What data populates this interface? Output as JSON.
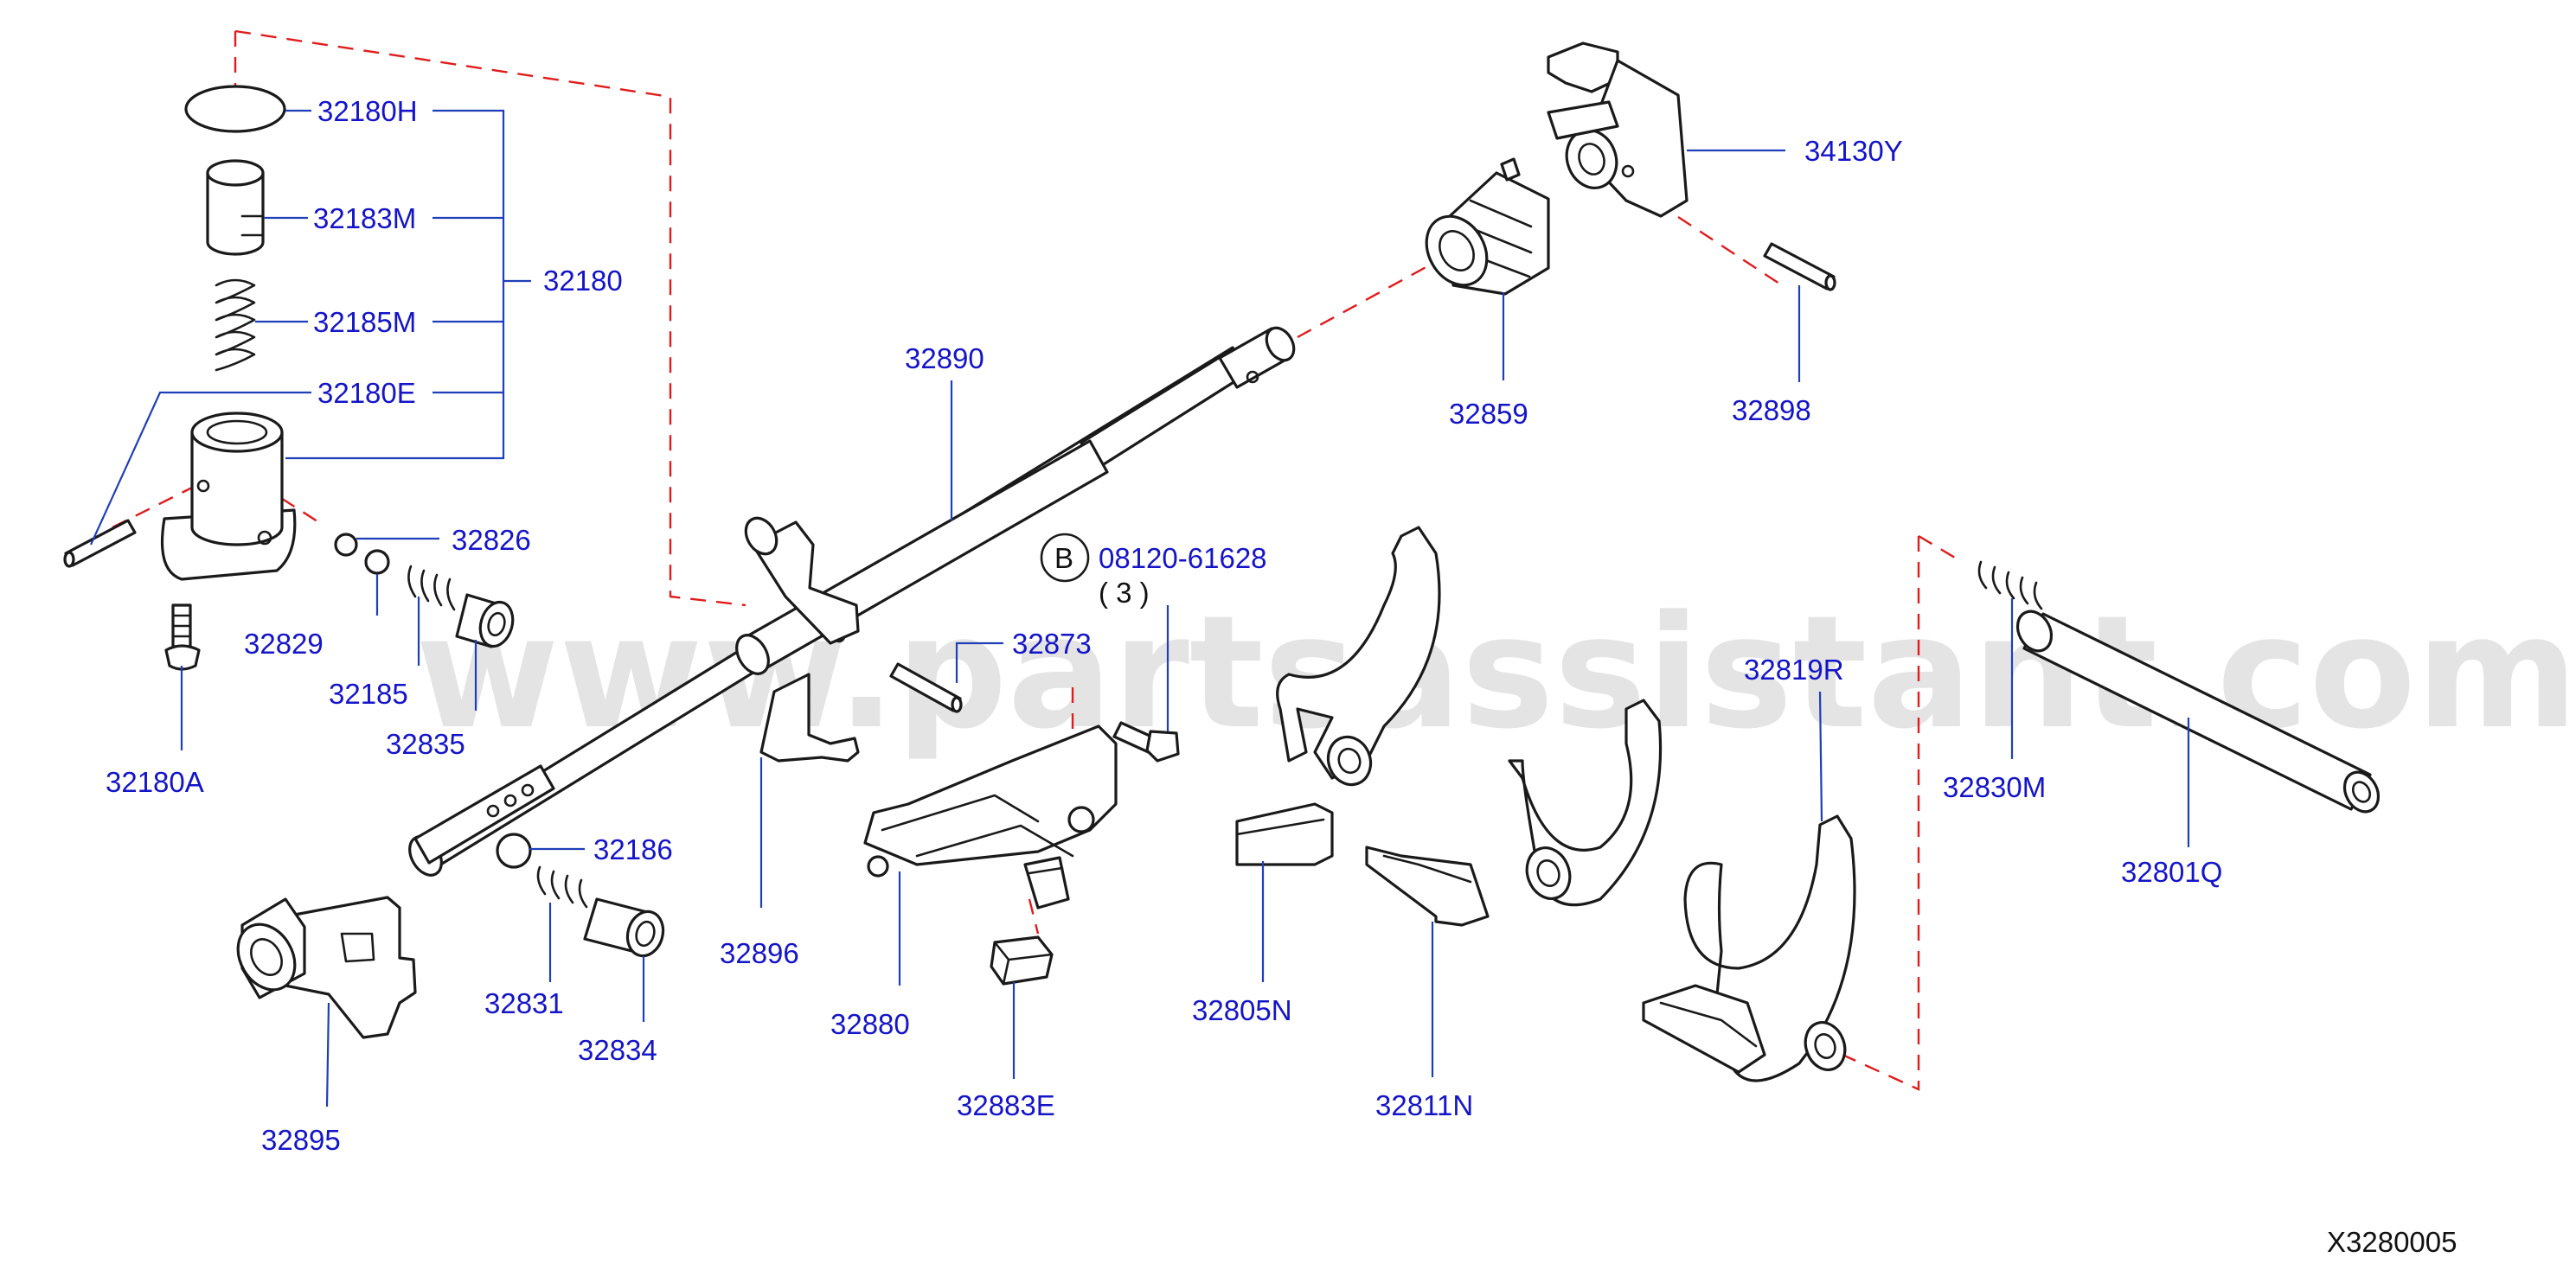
{
  "watermark": "www.partsassistant.com",
  "reference_code": "X3280005",
  "bolt_callout": {
    "badge": "B",
    "part_number": "08120-61628",
    "quantity": "( 3 )"
  },
  "part_labels": {
    "p32180H": "32180H",
    "p32183M": "32183M",
    "p32185M": "32185M",
    "p32180": "32180",
    "p32180E": "32180E",
    "p32826": "32826",
    "p32829": "32829",
    "p32185": "32185",
    "p32835": "32835",
    "p32180A": "32180A",
    "p32890": "32890",
    "p32873": "32873",
    "p32186": "32186",
    "p32831": "32831",
    "p32834": "32834",
    "p32895": "32895",
    "p32896": "32896",
    "p32880": "32880",
    "p32883E": "32883E",
    "p32859": "32859",
    "p34130Y": "34130Y",
    "p32898": "32898",
    "p32805N": "32805N",
    "p32811N": "32811N",
    "p32819R": "32819R",
    "p32830M": "32830M",
    "p32801Q": "32801Q"
  },
  "colors": {
    "label": "#1414c8",
    "leader": "#1f3fb8",
    "dashed_link": "#e01c1c",
    "outline": "#1a1a1a"
  }
}
